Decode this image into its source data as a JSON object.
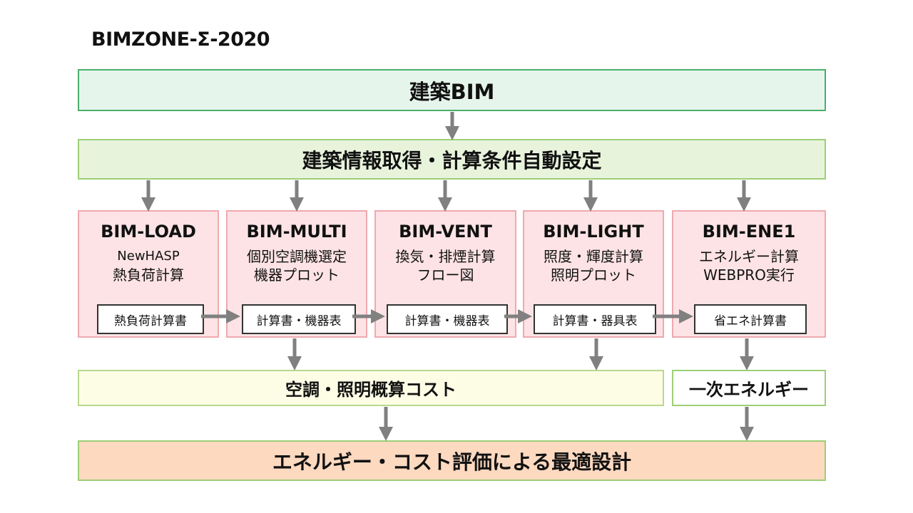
{
  "title": "BIMZONE-Σ-2020",
  "arch_bim": "建築BIM",
  "auto_setting": "建築情報取得・計算条件自動設定",
  "modules": [
    {
      "name": "BIM-LOAD",
      "line1": "NewHASP",
      "line2": "熱負荷計算",
      "doc": "熱負荷計算書"
    },
    {
      "name": "BIM-MULTI",
      "line1": "個別空調機選定",
      "line2": "機器プロット",
      "doc": "計算書・機器表"
    },
    {
      "name": "BIM-VENT",
      "line1": "換気・排煙計算",
      "line2": "フロー図",
      "doc": "計算書・機器表"
    },
    {
      "name": "BIM-LIGHT",
      "line1": "照度・輝度計算",
      "line2": "照明プロット",
      "doc": "計算書・器具表"
    },
    {
      "name": "BIM-ENE1",
      "line1": "エネルギー計算",
      "line2": "WEBPRO実行",
      "doc": "省エネ計算書"
    }
  ],
  "cost_estimate": "空調・照明概算コスト",
  "primary_energy": "一次エネルギー",
  "optimal_design": "エネルギー・コスト評価による最適設計",
  "colors": {
    "arrow": "#808080",
    "module_fill": "#fde3e5",
    "module_border": "#f0a9ae"
  }
}
